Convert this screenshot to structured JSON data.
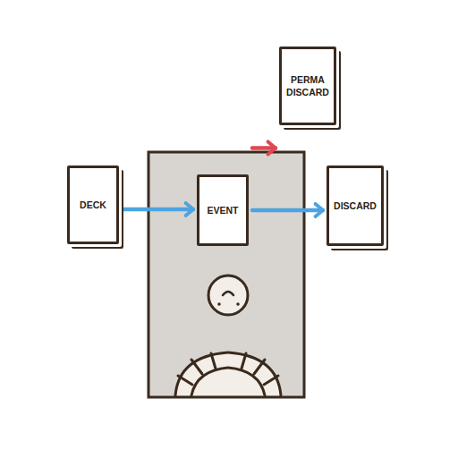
{
  "diagram": {
    "nodes": [
      {
        "text": [
          "PERMA DISCARD"
        ]
      },
      {
        "text": [
          "DECK"
        ]
      },
      {
        "text": [
          "EVENT"
        ]
      },
      {
        "text": [
          "DISCARD"
        ]
      }
    ],
    "edges": [
      {
        "from": 1,
        "to": 2,
        "arrow": "to"
      },
      {
        "from": 2,
        "to": 3,
        "arrow": "to"
      },
      {
        "from": 2,
        "to": 0,
        "arrow": "to"
      }
    ]
  }
}
